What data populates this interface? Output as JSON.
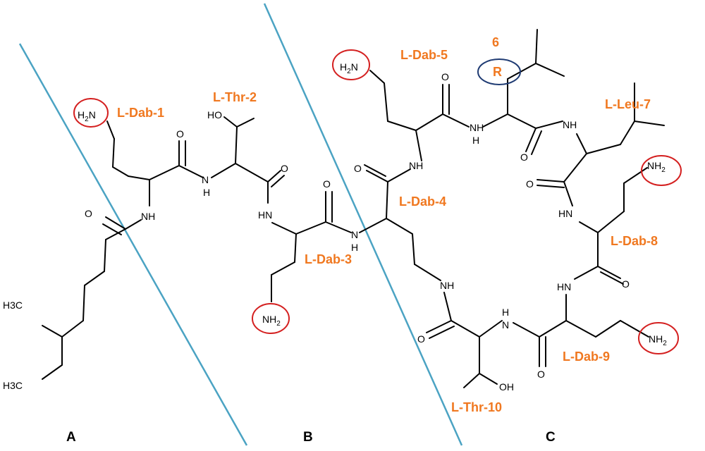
{
  "colors": {
    "residue_label": "#F07820",
    "divider": "#4BA3C3",
    "amine_highlight": "#D42020",
    "stereo_highlight": "#1F3B73",
    "bonds": "#000000"
  },
  "sections": [
    "A",
    "B",
    "C"
  ],
  "residues": {
    "dab1": "L-Dab-1",
    "thr2": "L-Thr-2",
    "dab3": "L-Dab-3",
    "dab4": "L-Dab-4",
    "dab5": "L-Dab-5",
    "pos6": "6",
    "leu7": "L-Leu-7",
    "dab8": "L-Dab-8",
    "dab9": "L-Dab-9",
    "thr10": "L-Thr-10"
  },
  "stereo_label": "R",
  "atoms": {
    "O": "O",
    "NH": "NH",
    "N": "N",
    "H": "H",
    "HO": "HO",
    "OH": "OH",
    "H2N": "H2N",
    "NH2": "NH2",
    "H3C": "H3C"
  }
}
